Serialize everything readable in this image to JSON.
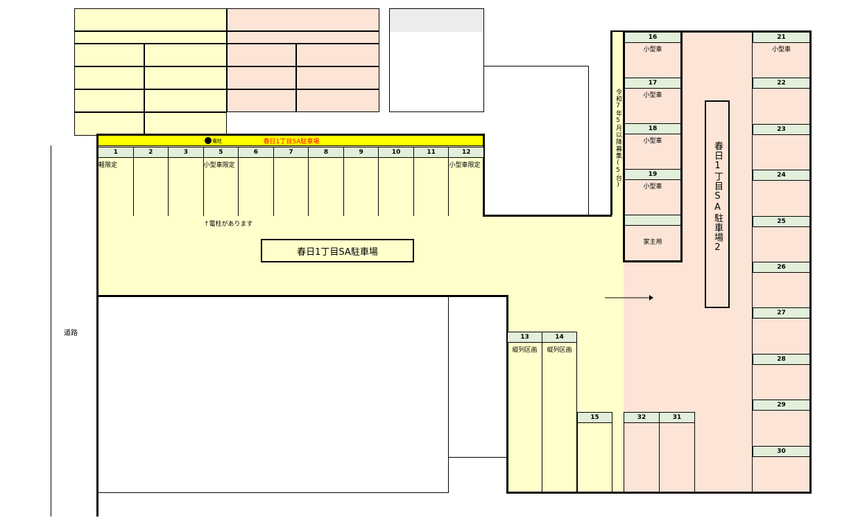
{
  "lot1": {
    "banner": "春日1丁目SA駐車場",
    "pole_marker": "電柱",
    "center_label": "春日1丁目SA駐車場",
    "pole_note": "↑電柱があります",
    "stalls": [
      {
        "num": "1",
        "note": "軽限定"
      },
      {
        "num": "2",
        "note": ""
      },
      {
        "num": "3",
        "note": ""
      },
      {
        "num": "5",
        "note": "小型車限定"
      },
      {
        "num": "6",
        "note": ""
      },
      {
        "num": "7",
        "note": ""
      },
      {
        "num": "8",
        "note": ""
      },
      {
        "num": "9",
        "note": ""
      },
      {
        "num": "10",
        "note": ""
      },
      {
        "num": "11",
        "note": ""
      },
      {
        "num": "12",
        "note": "小型車限定"
      }
    ],
    "tandem": [
      {
        "num": "13",
        "note": "縦列区画"
      },
      {
        "num": "14",
        "note": "縦列区画"
      }
    ],
    "stall15": "15"
  },
  "lot2": {
    "title": "春日1丁目SA駐車場2",
    "recruit_note": "令和7年5月以降募集(5台)",
    "middle_column": [
      {
        "num": "16",
        "note": "小型車"
      },
      {
        "num": "17",
        "note": "小型車"
      },
      {
        "num": "18",
        "note": "小型車"
      },
      {
        "num": "19",
        "note": "小型車"
      },
      {
        "num": "",
        "note": "家主用"
      }
    ],
    "right_column": [
      {
        "num": "21",
        "note": "小型車"
      },
      {
        "num": "22",
        "note": ""
      },
      {
        "num": "23",
        "note": ""
      },
      {
        "num": "24",
        "note": ""
      },
      {
        "num": "25",
        "note": ""
      },
      {
        "num": "26",
        "note": ""
      },
      {
        "num": "27",
        "note": ""
      },
      {
        "num": "28",
        "note": ""
      },
      {
        "num": "29",
        "note": ""
      },
      {
        "num": "30",
        "note": ""
      }
    ],
    "bottom_stalls": [
      "32",
      "31"
    ]
  },
  "road_label": "道路",
  "colors": {
    "lot1": "#ffffcc",
    "lot2": "#fce4d6",
    "banner": "#ffff00",
    "number_cell": "#e2efda",
    "banner_text": "#ff0000"
  }
}
